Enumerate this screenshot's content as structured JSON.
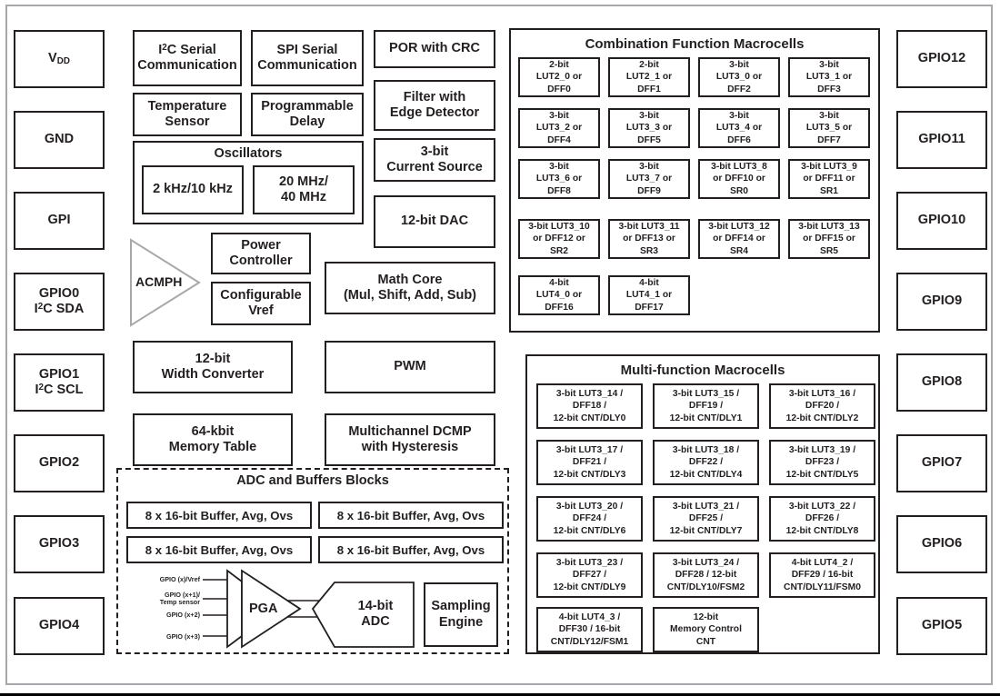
{
  "diagram": {
    "title": "GreenPAK mixed-signal device block diagram",
    "frame_color": "#a6a8ab",
    "block_border_color": "#231f20"
  },
  "left_pins": [
    {
      "id": "vdd",
      "label": "V",
      "sub": "DD"
    },
    {
      "id": "gnd",
      "label": "GND"
    },
    {
      "id": "gpi",
      "label": "GPI"
    },
    {
      "id": "gpio0",
      "label": "GPIO0",
      "line2_pre": "I",
      "line2_sup": "2",
      "line2_post": "C SDA"
    },
    {
      "id": "gpio1",
      "label": "GPIO1",
      "line2_pre": "I",
      "line2_sup": "2",
      "line2_post": "C SCL"
    },
    {
      "id": "gpio2",
      "label": "GPIO2"
    },
    {
      "id": "gpio3",
      "label": "GPIO3"
    },
    {
      "id": "gpio4",
      "label": "GPIO4"
    }
  ],
  "right_pins": [
    {
      "id": "gpio12",
      "label": "GPIO12"
    },
    {
      "id": "gpio11",
      "label": "GPIO11"
    },
    {
      "id": "gpio10",
      "label": "GPIO10"
    },
    {
      "id": "gpio9",
      "label": "GPIO9"
    },
    {
      "id": "gpio8",
      "label": "GPIO8"
    },
    {
      "id": "gpio7",
      "label": "GPIO7"
    },
    {
      "id": "gpio6",
      "label": "GPIO6"
    },
    {
      "id": "gpio5",
      "label": "GPIO5"
    }
  ],
  "core_blocks": {
    "i2c_serial_pre": "I",
    "i2c_serial_sup": "2",
    "i2c_serial_post": "C Serial",
    "i2c_serial_line2": "Communication",
    "spi_serial": "SPI Serial\nCommunication",
    "por_crc": "POR with CRC",
    "temp_sensor": "Temperature\nSensor",
    "prog_delay": "Programmable\nDelay",
    "filter_edge": "Filter with\nEdge Detector",
    "oscillators_title": "Oscillators",
    "osc_low": "2 kHz/10 kHz",
    "osc_high": "20 MHz/\n40 MHz",
    "current_source": "3-bit\nCurrent Source",
    "dac": "12-bit DAC",
    "acmph": "ACMPH",
    "power_controller": "Power\nController",
    "configurable_vref": "Configurable\nVref",
    "math_core": "Math Core\n(Mul, Shift, Add, Sub)",
    "width_converter": "12-bit\nWidth Converter",
    "pwm": "PWM",
    "memory_table": "64-kbit\nMemory Table",
    "dcmp": "Multichannel DCMP\nwith Hysteresis"
  },
  "combination_macrocells": {
    "title": "Combination Function Macrocells",
    "cells": [
      "2-bit\nLUT2_0 or\nDFF0",
      "2-bit\nLUT2_1 or\nDFF1",
      "3-bit\nLUT3_0 or\nDFF2",
      "3-bit\nLUT3_1 or\nDFF3",
      "3-bit\nLUT3_2 or\nDFF4",
      "3-bit\nLUT3_3 or\nDFF5",
      "3-bit\nLUT3_4 or\nDFF6",
      "3-bit\nLUT3_5 or\nDFF7",
      "3-bit\nLUT3_6 or\nDFF8",
      "3-bit\nLUT3_7 or\nDFF9",
      "3-bit LUT3_8\nor DFF10 or\nSR0",
      "3-bit LUT3_9\nor DFF11 or\nSR1",
      "3-bit LUT3_10\nor DFF12 or\nSR2",
      "3-bit LUT3_11\nor DFF13 or\nSR3",
      "3-bit LUT3_12\nor DFF14 or\nSR4",
      "3-bit LUT3_13\nor DFF15 or\nSR5",
      "4-bit\nLUT4_0 or\nDFF16",
      "4-bit\nLUT4_1 or\nDFF17"
    ]
  },
  "multifunction_macrocells": {
    "title": "Multi-function Macrocells",
    "cells": [
      "3-bit LUT3_14 /\nDFF18 /\n12-bit CNT/DLY0",
      "3-bit LUT3_15 /\nDFF19 /\n12-bit CNT/DLY1",
      "3-bit LUT3_16 /\nDFF20 /\n12-bit CNT/DLY2",
      "3-bit LUT3_17 /\nDFF21 /\n12-bit CNT/DLY3",
      "3-bit LUT3_18 /\nDFF22 /\n12-bit CNT/DLY4",
      "3-bit LUT3_19 /\nDFF23 /\n12-bit CNT/DLY5",
      "3-bit LUT3_20 /\nDFF24 /\n12-bit CNT/DLY6",
      "3-bit LUT3_21 /\nDFF25 /\n12-bit CNT/DLY7",
      "3-bit LUT3_22 /\nDFF26 /\n12-bit CNT/DLY8",
      "3-bit LUT3_23 /\nDFF27 /\n12-bit CNT/DLY9",
      "3-bit LUT3_24 /\nDFF28 / 12-bit\nCNT/DLY10/FSM2",
      "4-bit LUT4_2 /\nDFF29 / 16-bit\nCNT/DLY11/FSM0",
      "4-bit LUT4_3 /\nDFF30 / 16-bit\nCNT/DLY12/FSM1",
      "12-bit\nMemory Control\nCNT"
    ]
  },
  "adc_block": {
    "title": "ADC and Buffers Blocks",
    "buffers": [
      "8 x 16-bit Buffer, Avg, Ovs",
      "8 x 16-bit Buffer, Avg, Ovs",
      "8 x 16-bit Buffer, Avg, Ovs",
      "8 x 16-bit Buffer, Avg, Ovs"
    ],
    "mux_inputs": [
      "GPIO (x)/Vref",
      "GPIO (x+1)/\nTemp sensor",
      "GPIO (x+2)",
      "GPIO (x+3)"
    ],
    "pga": "PGA",
    "adc": "14-bit\nADC",
    "sampling_engine": "Sampling\nEngine"
  }
}
